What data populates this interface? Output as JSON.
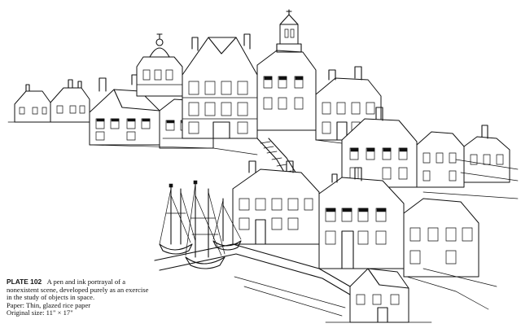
{
  "caption": {
    "plate_label": "PLATE 102",
    "description": "A pen and ink portrayal of a nonexistent scene, developed purely as an exercise in the study of objects in space.",
    "paper": "Paper: Thin, glazed rice paper",
    "size": "Original size: 11\" × 17\""
  }
}
